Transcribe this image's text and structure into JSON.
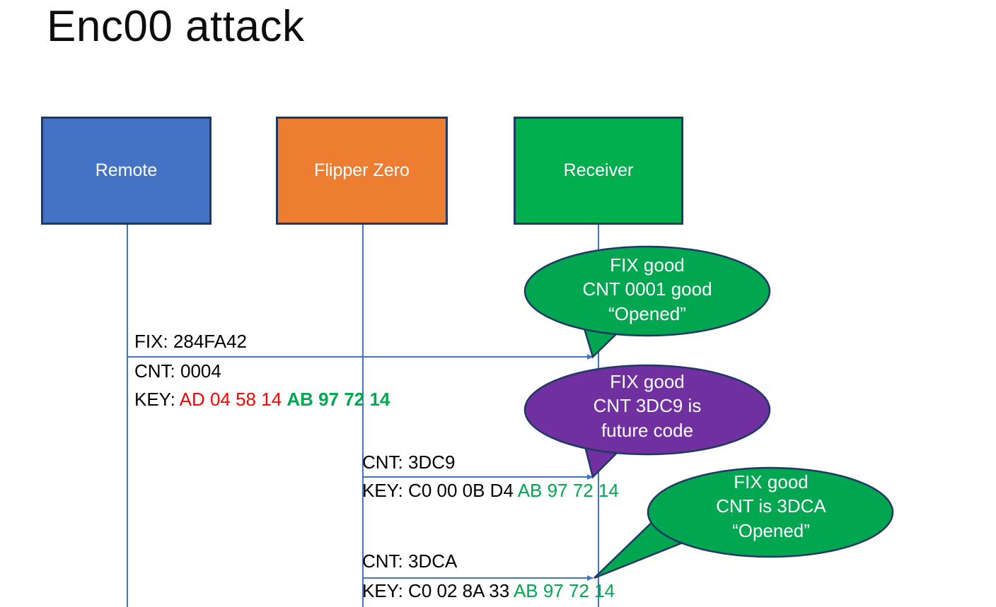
{
  "slide": {
    "title": "Enc00 attack"
  },
  "colors": {
    "remote_blue": "#4472C4",
    "flipper_orange": "#ED7D31",
    "receiver_green": "#00AE4D",
    "callout_green": "#00A650",
    "callout_purple": "#7030A0",
    "outline_navy": "#1f3864",
    "lifeline_blue": "#4472C4",
    "hex_red": "#FF0000",
    "hex_green": "#00A84F"
  },
  "actors": [
    {
      "id": "remote",
      "label": "Remote"
    },
    {
      "id": "flipper",
      "label": "Flipper Zero"
    },
    {
      "id": "receiver",
      "label": "Receiver"
    }
  ],
  "messages": [
    {
      "id": "msg1",
      "from": "remote",
      "to": "receiver",
      "fix_label": "FIX: 284FA42",
      "cnt_label": "CNT: 0004",
      "key_prefix": "KEY: ",
      "key_red": "AD 04 58 14",
      "key_green": "AB 97 72 14"
    },
    {
      "id": "msg2",
      "from": "flipper",
      "to": "receiver",
      "cnt_label": "CNT: 3DC9",
      "key_prefix": "KEY: C0 00 0B D4 ",
      "key_green": "AB 97 72 14"
    },
    {
      "id": "msg3",
      "from": "flipper",
      "to": "receiver",
      "cnt_label": "CNT: 3DCA",
      "key_prefix": "KEY: C0 02 8A 33 ",
      "key_green": "AB 97 72 14"
    }
  ],
  "callouts": [
    {
      "id": "bubble1",
      "color": "green",
      "line1": "FIX good",
      "line2": "CNT 0001 good",
      "line3": "“Opened”"
    },
    {
      "id": "bubble2",
      "color": "purple",
      "line1": "FIX good",
      "line2": "CNT 3DC9 is",
      "line3": "future code"
    },
    {
      "id": "bubble3",
      "color": "green",
      "line1": "FIX good",
      "line2": "CNT is 3DCA",
      "line3": "“Opened”"
    }
  ]
}
